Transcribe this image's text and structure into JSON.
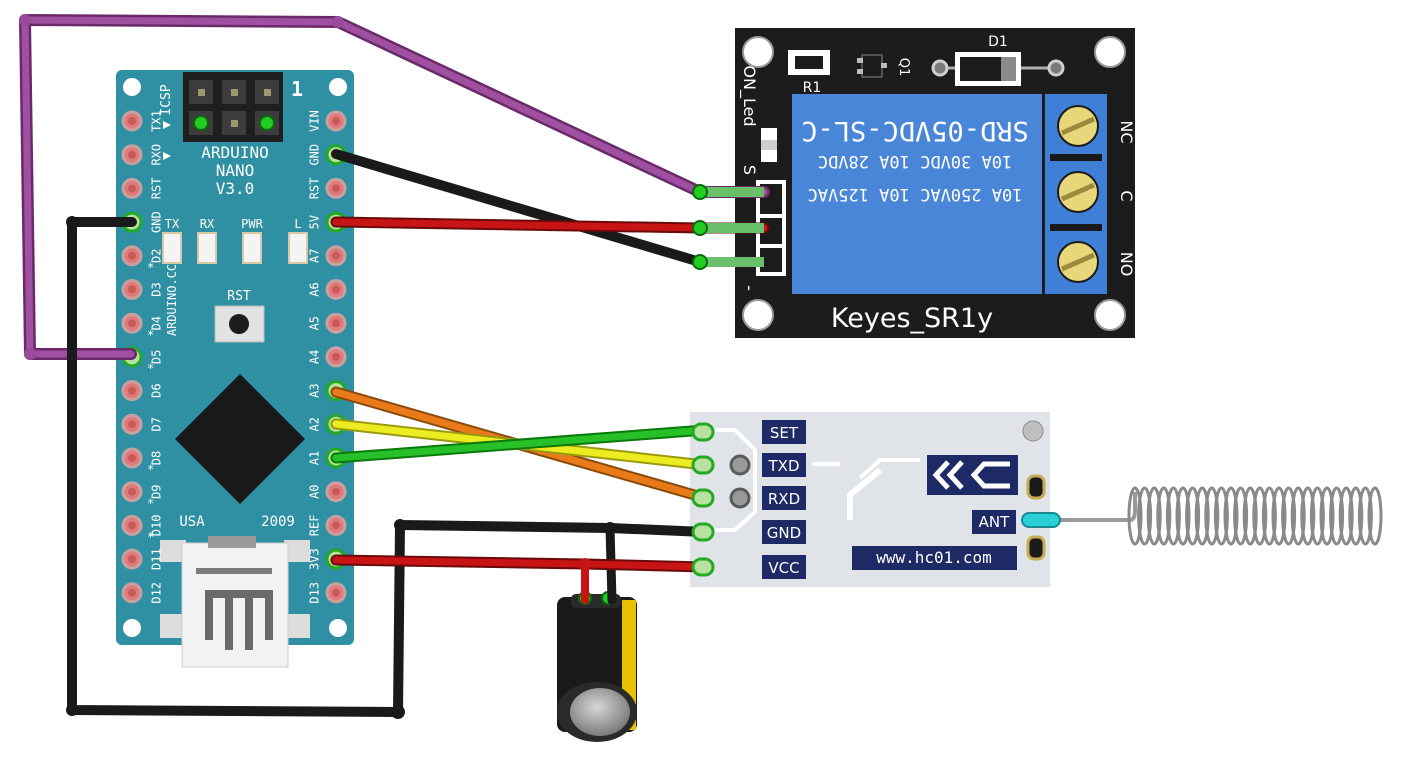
{
  "arduino": {
    "name_line1": "ARDUINO",
    "name_line2": "NANO",
    "name_line3": "V3.0",
    "url": "ARDUINO.CC",
    "icsp": "ICSP",
    "icsp_pin1": "1",
    "rst_button": "RST",
    "usa": "USA",
    "year": "2009",
    "leds": [
      "TX",
      "RX",
      "PWR",
      "L"
    ],
    "left_pins": [
      "TX1",
      "RXO",
      "RST",
      "GND",
      "D2",
      "D3",
      "D4",
      "D5",
      "D6",
      "D7",
      "D8",
      "D9",
      "D10",
      "D11",
      "D12"
    ],
    "right_pins": [
      "VIN",
      "GND",
      "RST",
      "5V",
      "A7",
      "A6",
      "A5",
      "A4",
      "A3",
      "A2",
      "A1",
      "A0",
      "REF",
      "3V3",
      "D13"
    ],
    "pwm_marks": [
      "D3",
      "D5",
      "D6",
      "D9",
      "D10",
      "D11"
    ]
  },
  "relay": {
    "board_name": "Keyes_SR1y",
    "relay_model": "SRD-05VDC-SL-C",
    "rating1": "10A 30VDC 10A 28VDC",
    "rating2": "10A 250VAC 10A 125VAC",
    "led_label": "ON_Led",
    "r1": "R1",
    "q1": "Q1",
    "d1": "D1",
    "signal_label": "S",
    "minus_label": "-",
    "terminals": [
      "NC",
      "C",
      "NO"
    ]
  },
  "hc12": {
    "logo": "HC",
    "website": "www.hc01.com",
    "pins": [
      "SET",
      "TXD",
      "RXD",
      "GND",
      "VCC"
    ],
    "ant": "ANT"
  },
  "colors": {
    "nano_board": "#2f8fa3",
    "relay_board": "#1c1c1c",
    "relay_body": "#4a86d8",
    "hc12_board": "#e0e3e7",
    "label_navy": "#1d2a66",
    "wire_purple": "#9a4a9a",
    "wire_black": "#1a1a1a",
    "wire_red": "#c81414",
    "wire_orange": "#e87a1a",
    "wire_yellow": "#ecec20",
    "wire_green": "#28c028"
  }
}
